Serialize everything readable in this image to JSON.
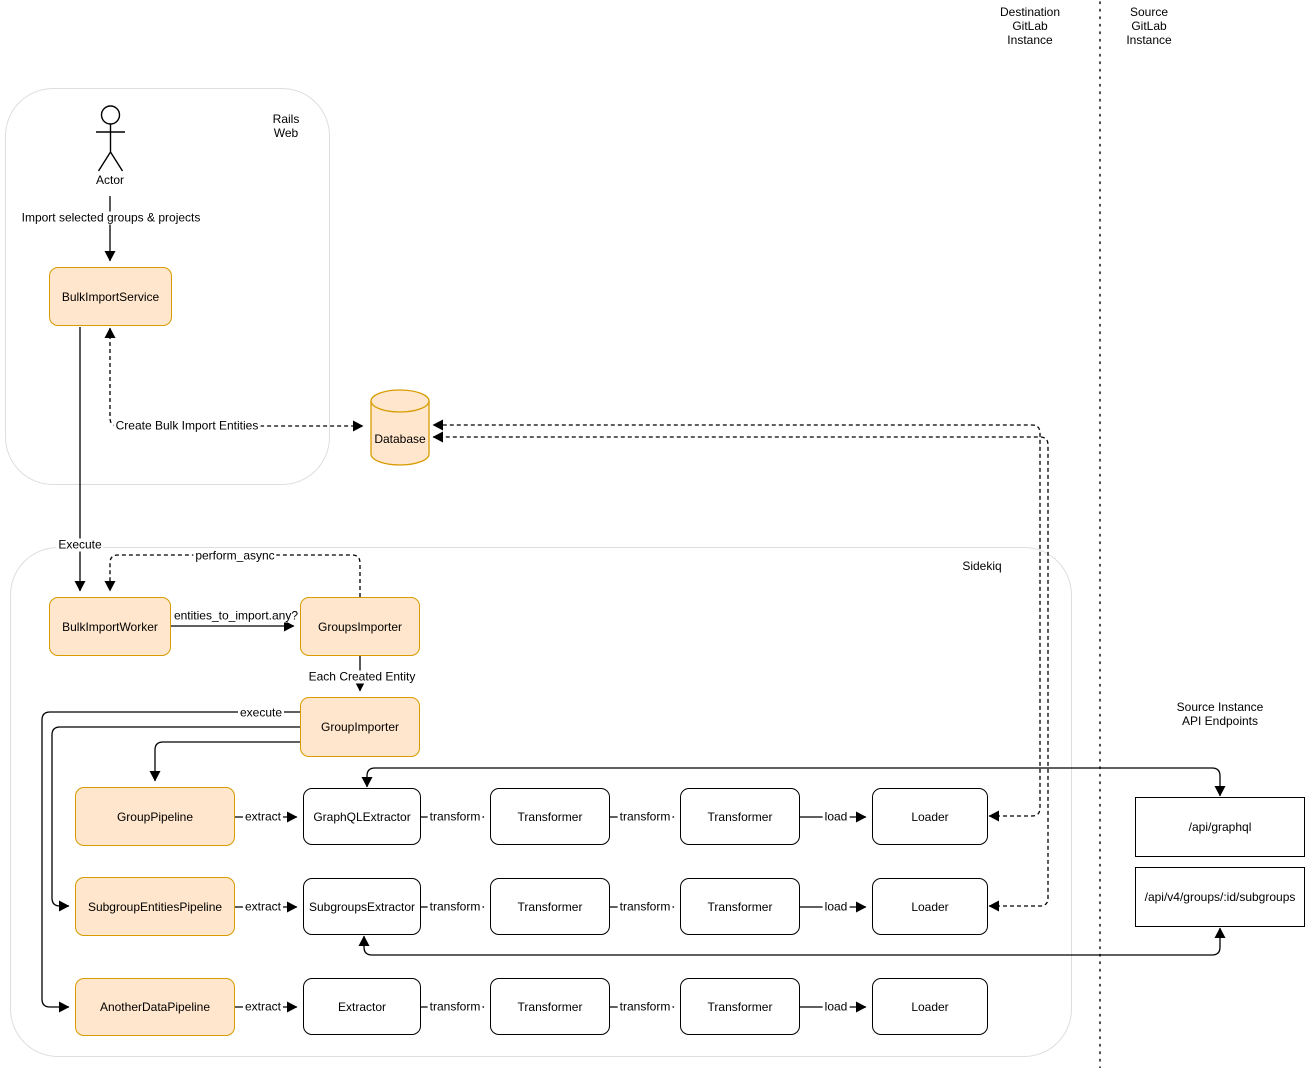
{
  "lanes": {
    "destination_instance": "Destination\nGitLab\nInstance",
    "source_instance": "Source\nGitLab\nInstance"
  },
  "containers": {
    "rails_web": "Rails\nWeb",
    "sidekiq": "Sidekiq"
  },
  "actor": {
    "label": "Actor"
  },
  "nodes": {
    "bulk_import_service": "BulkImportService",
    "database": "Database",
    "bulk_import_worker": "BulkImportWorker",
    "groups_importer": "GroupsImporter",
    "group_importer": "GroupImporter",
    "group_pipeline": "GroupPipeline",
    "subgroup_entities_pipeline": "SubgroupEntitiesPipeline",
    "another_data_pipeline": "AnotherDataPipeline",
    "graphql_extractor": "GraphQLExtractor",
    "subgroups_extractor": "SubgroupsExtractor",
    "extractor": "Extractor",
    "transformer": "Transformer",
    "loader": "Loader"
  },
  "edge_labels": {
    "import_selected": "Import selected groups & projects",
    "create_bulk_import_entities": "Create Bulk Import Entities",
    "execute": "Execute",
    "perform_async": "perform_async",
    "entities_to_import_any": "entities_to_import.any?",
    "each_created_entity": "Each Created Entity",
    "execute_pipeline": "execute",
    "extract": "extract",
    "transform": "transform",
    "load": "load"
  },
  "api": {
    "title": "Source Instance API Endpoints",
    "graphql_endpoint": "/api/graphql",
    "subgroups_endpoint": "/api/v4/groups/:id/subgroups"
  },
  "colors": {
    "highlight_fill": "#FFE6CC",
    "highlight_stroke": "#D79B00",
    "node_stroke": "#000000",
    "container_stroke": "#DEDEDE"
  }
}
